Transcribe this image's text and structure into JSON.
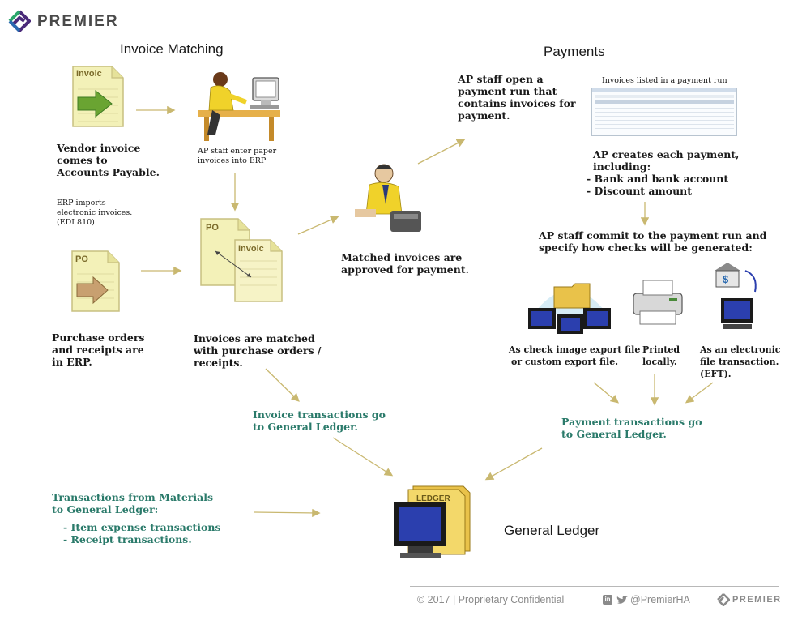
{
  "logo": {
    "text": "PREMIER"
  },
  "sections": {
    "invoice_matching": "Invoice Matching",
    "payments": "Payments",
    "general_ledger": "General Ledger"
  },
  "doc_labels": {
    "invoic": "Invoic",
    "po": "PO",
    "ledger": "LEDGER"
  },
  "labels": {
    "vendor_invoice": [
      "Vendor invoice",
      "comes to",
      "Accounts Payable."
    ],
    "ap_staff_enter": [
      "AP staff enter paper",
      "invoices into ERP"
    ],
    "erp_imports": [
      "ERP imports",
      "electronic invoices.",
      "(EDI 810)"
    ],
    "purchase_orders": [
      "Purchase orders",
      "and receipts are",
      "in ERP."
    ],
    "invoices_matched": [
      "Invoices are matched",
      "with purchase orders /",
      "receipts."
    ],
    "matched_approved": [
      "Matched invoices are",
      "approved for payment."
    ],
    "ap_open_run": [
      "AP staff open a",
      "payment run that",
      "contains invoices for",
      "payment."
    ],
    "invoices_listed": "Invoices listed in a payment run",
    "ap_creates": [
      "AP creates each payment,",
      "including:",
      "- Bank and bank account",
      "- Discount amount"
    ],
    "ap_commit": [
      "AP staff commit to the payment run and",
      "specify how checks will be generated:"
    ],
    "check_image": [
      "As check image export file",
      "or custom export file."
    ],
    "printed": [
      "Printed",
      "locally."
    ],
    "electronic": [
      "As an electronic",
      "file transaction.",
      "(EFT)."
    ],
    "invoice_tx": [
      "Invoice transactions go",
      "to General Ledger."
    ],
    "payment_tx": [
      "Payment transactions go",
      "to General Ledger."
    ],
    "materials_tx": [
      "Transactions from Materials",
      "to General Ledger:"
    ],
    "materials_items": [
      "- Item expense transactions",
      "- Receipt transactions."
    ]
  },
  "footer": {
    "copyright": "© 2017 | Proprietary Confidential",
    "social": "@PremierHA",
    "logo": "PREMIER"
  },
  "colors": {
    "arrow": "#c9b870",
    "teal": "#2a7a6a",
    "doc": "#f3f1b8",
    "monitor": "#2b3fae",
    "ledger": "#e9c24a"
  }
}
